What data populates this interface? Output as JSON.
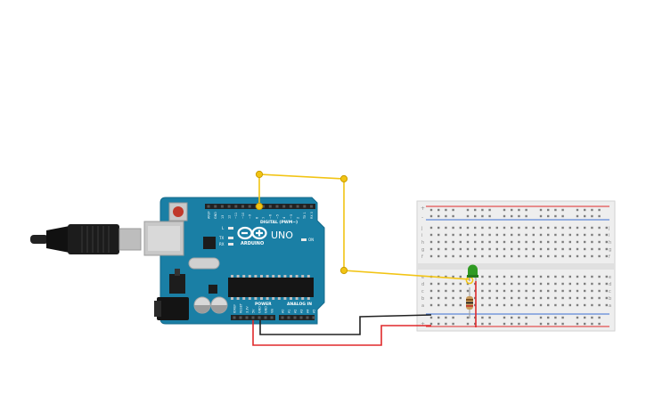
{
  "board": {
    "brand": "ARDUINO",
    "model": "UNO",
    "digital_label": "DIGITAL (PWM~)",
    "power_label": "POWER",
    "analog_label": "ANALOG IN",
    "led_l": "L",
    "led_tx": "TX",
    "led_rx": "RX",
    "on_label": "ON",
    "digital_pins": [
      "AREF",
      "GND",
      "13",
      "12",
      "~11",
      "~10",
      "~9",
      "8",
      "7",
      "~6",
      "~5",
      "4",
      "~3",
      "2",
      "TX 1",
      "RX 0"
    ],
    "power_pins": [
      "IOREF",
      "RESET",
      "3.3V",
      "5V",
      "GND",
      "GND",
      "Vin"
    ],
    "analog_pins": [
      "A0",
      "A1",
      "A2",
      "A3",
      "A4",
      "A5"
    ]
  },
  "breadboard": {
    "columns": 25,
    "col_letters_top": [
      "j",
      "i",
      "h",
      "g",
      "f"
    ],
    "col_letters_bottom": [
      "e",
      "d",
      "c",
      "b",
      "a"
    ],
    "rail_plus": "+",
    "rail_minus": "-"
  },
  "wires": {
    "signal_color": "#f2c414",
    "ground_color": "#222222",
    "power_color": "#e0292b"
  },
  "components": {
    "led_color": "#2f9a22",
    "resistor_color": "#c99a5a"
  }
}
